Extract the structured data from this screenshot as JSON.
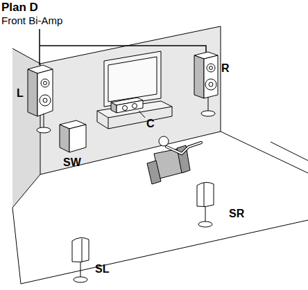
{
  "diagram": {
    "title": "Plan D",
    "labels": [
      "Front Bi-Amp",
      "L",
      "R",
      "C",
      "SW",
      "SR",
      "SL"
    ]
  }
}
